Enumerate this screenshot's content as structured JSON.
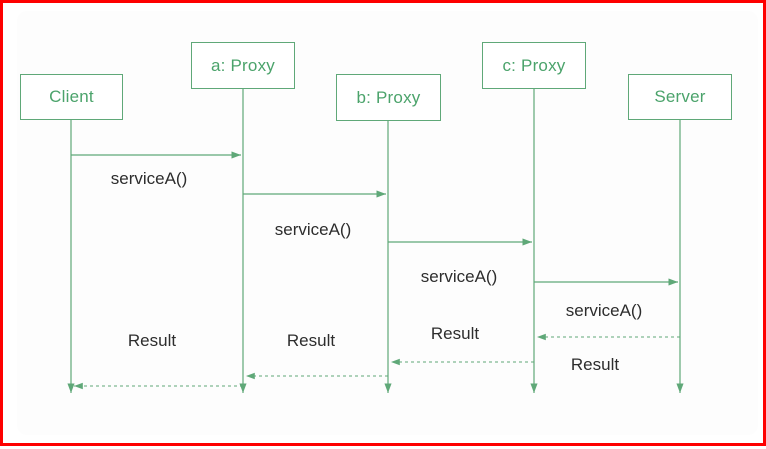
{
  "diagram": {
    "type": "uml-sequence-diagram",
    "colors": {
      "frame_red": "#fe0000",
      "line_green": "#5fa878",
      "participant_text_green": "#4ba36b",
      "message_text": "#2d2d2d",
      "background": "#ffffff"
    },
    "participants": [
      {
        "id": "client",
        "label": "Client"
      },
      {
        "id": "a-proxy",
        "label": "a: Proxy"
      },
      {
        "id": "b-proxy",
        "label": "b: Proxy"
      },
      {
        "id": "c-proxy",
        "label": "c: Proxy"
      },
      {
        "id": "server",
        "label": "Server"
      }
    ],
    "messages": [
      {
        "from": "Client",
        "to": "a: Proxy",
        "label": "serviceA()",
        "kind": "call"
      },
      {
        "from": "a: Proxy",
        "to": "b: Proxy",
        "label": "serviceA()",
        "kind": "call"
      },
      {
        "from": "b: Proxy",
        "to": "c: Proxy",
        "label": "serviceA()",
        "kind": "call"
      },
      {
        "from": "c: Proxy",
        "to": "Server",
        "label": "serviceA()",
        "kind": "call"
      },
      {
        "from": "Server",
        "to": "c: Proxy",
        "label": "Result",
        "kind": "return"
      },
      {
        "from": "c: Proxy",
        "to": "b: Proxy",
        "label": "Result",
        "kind": "return"
      },
      {
        "from": "b: Proxy",
        "to": "a: Proxy",
        "label": "Result",
        "kind": "return"
      },
      {
        "from": "a: Proxy",
        "to": "Client",
        "label": "Result",
        "kind": "return"
      }
    ]
  }
}
